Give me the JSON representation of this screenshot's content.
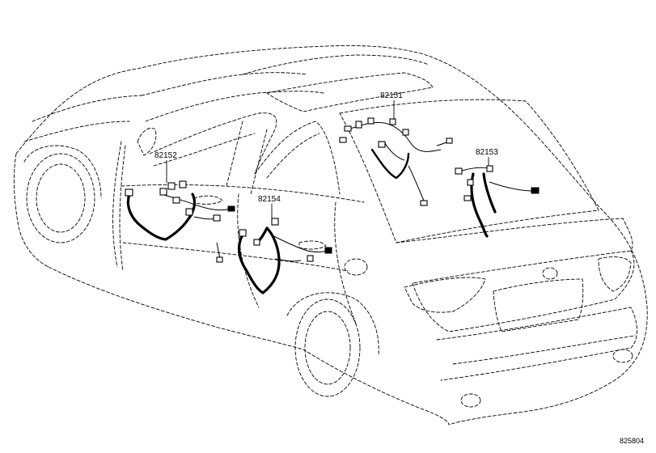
{
  "labels": {
    "roof_harness": "82151",
    "front_door_harness": "82152",
    "luggage_harness": "82153",
    "rear_door_harness": "82154"
  },
  "figure_code": "825804"
}
